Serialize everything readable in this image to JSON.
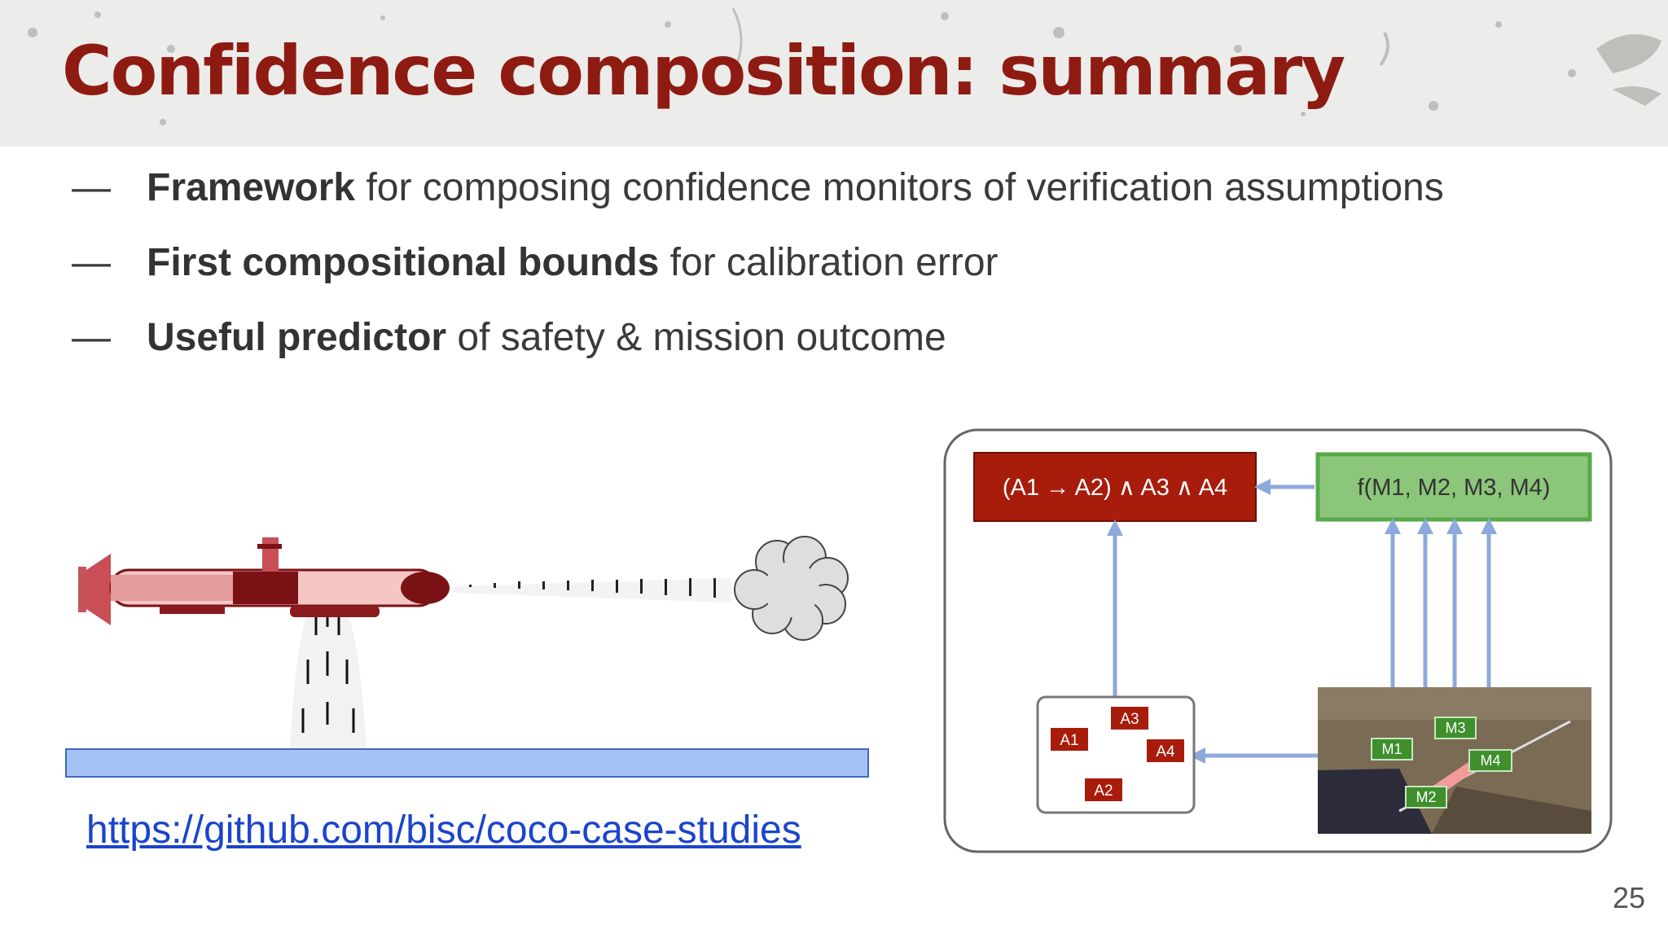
{
  "slide": {
    "title": "Confidence composition: summary",
    "page_number": "25"
  },
  "bullets": [
    {
      "bold": "Framework",
      "rest": " for composing confidence monitors of verification assumptions"
    },
    {
      "bold": "First compositional bounds",
      "rest": " for calibration error"
    },
    {
      "bold": "Useful predictor",
      "rest": " of safety & mission outcome"
    }
  ],
  "bullet_marker": "—",
  "link": {
    "text": "https://github.com/bisc/coco-case-studies"
  },
  "diagram": {
    "formula_box": "(A1 → A2) ∧ A3 ∧ A4",
    "function_box": "f(M1, M2, M3, M4)",
    "assumption_labels": [
      "A1",
      "A2",
      "A3",
      "A4"
    ],
    "monitor_labels": [
      "M1",
      "M2",
      "M3",
      "M4"
    ]
  },
  "colors": {
    "title": "#8e1b12",
    "formula_fill": "#a81c0c",
    "function_fill": "#8cc67a",
    "function_border": "#58a84a",
    "arrow": "#8ea9db",
    "seafloor": "#a4c2f4",
    "link": "#1a44cc"
  }
}
